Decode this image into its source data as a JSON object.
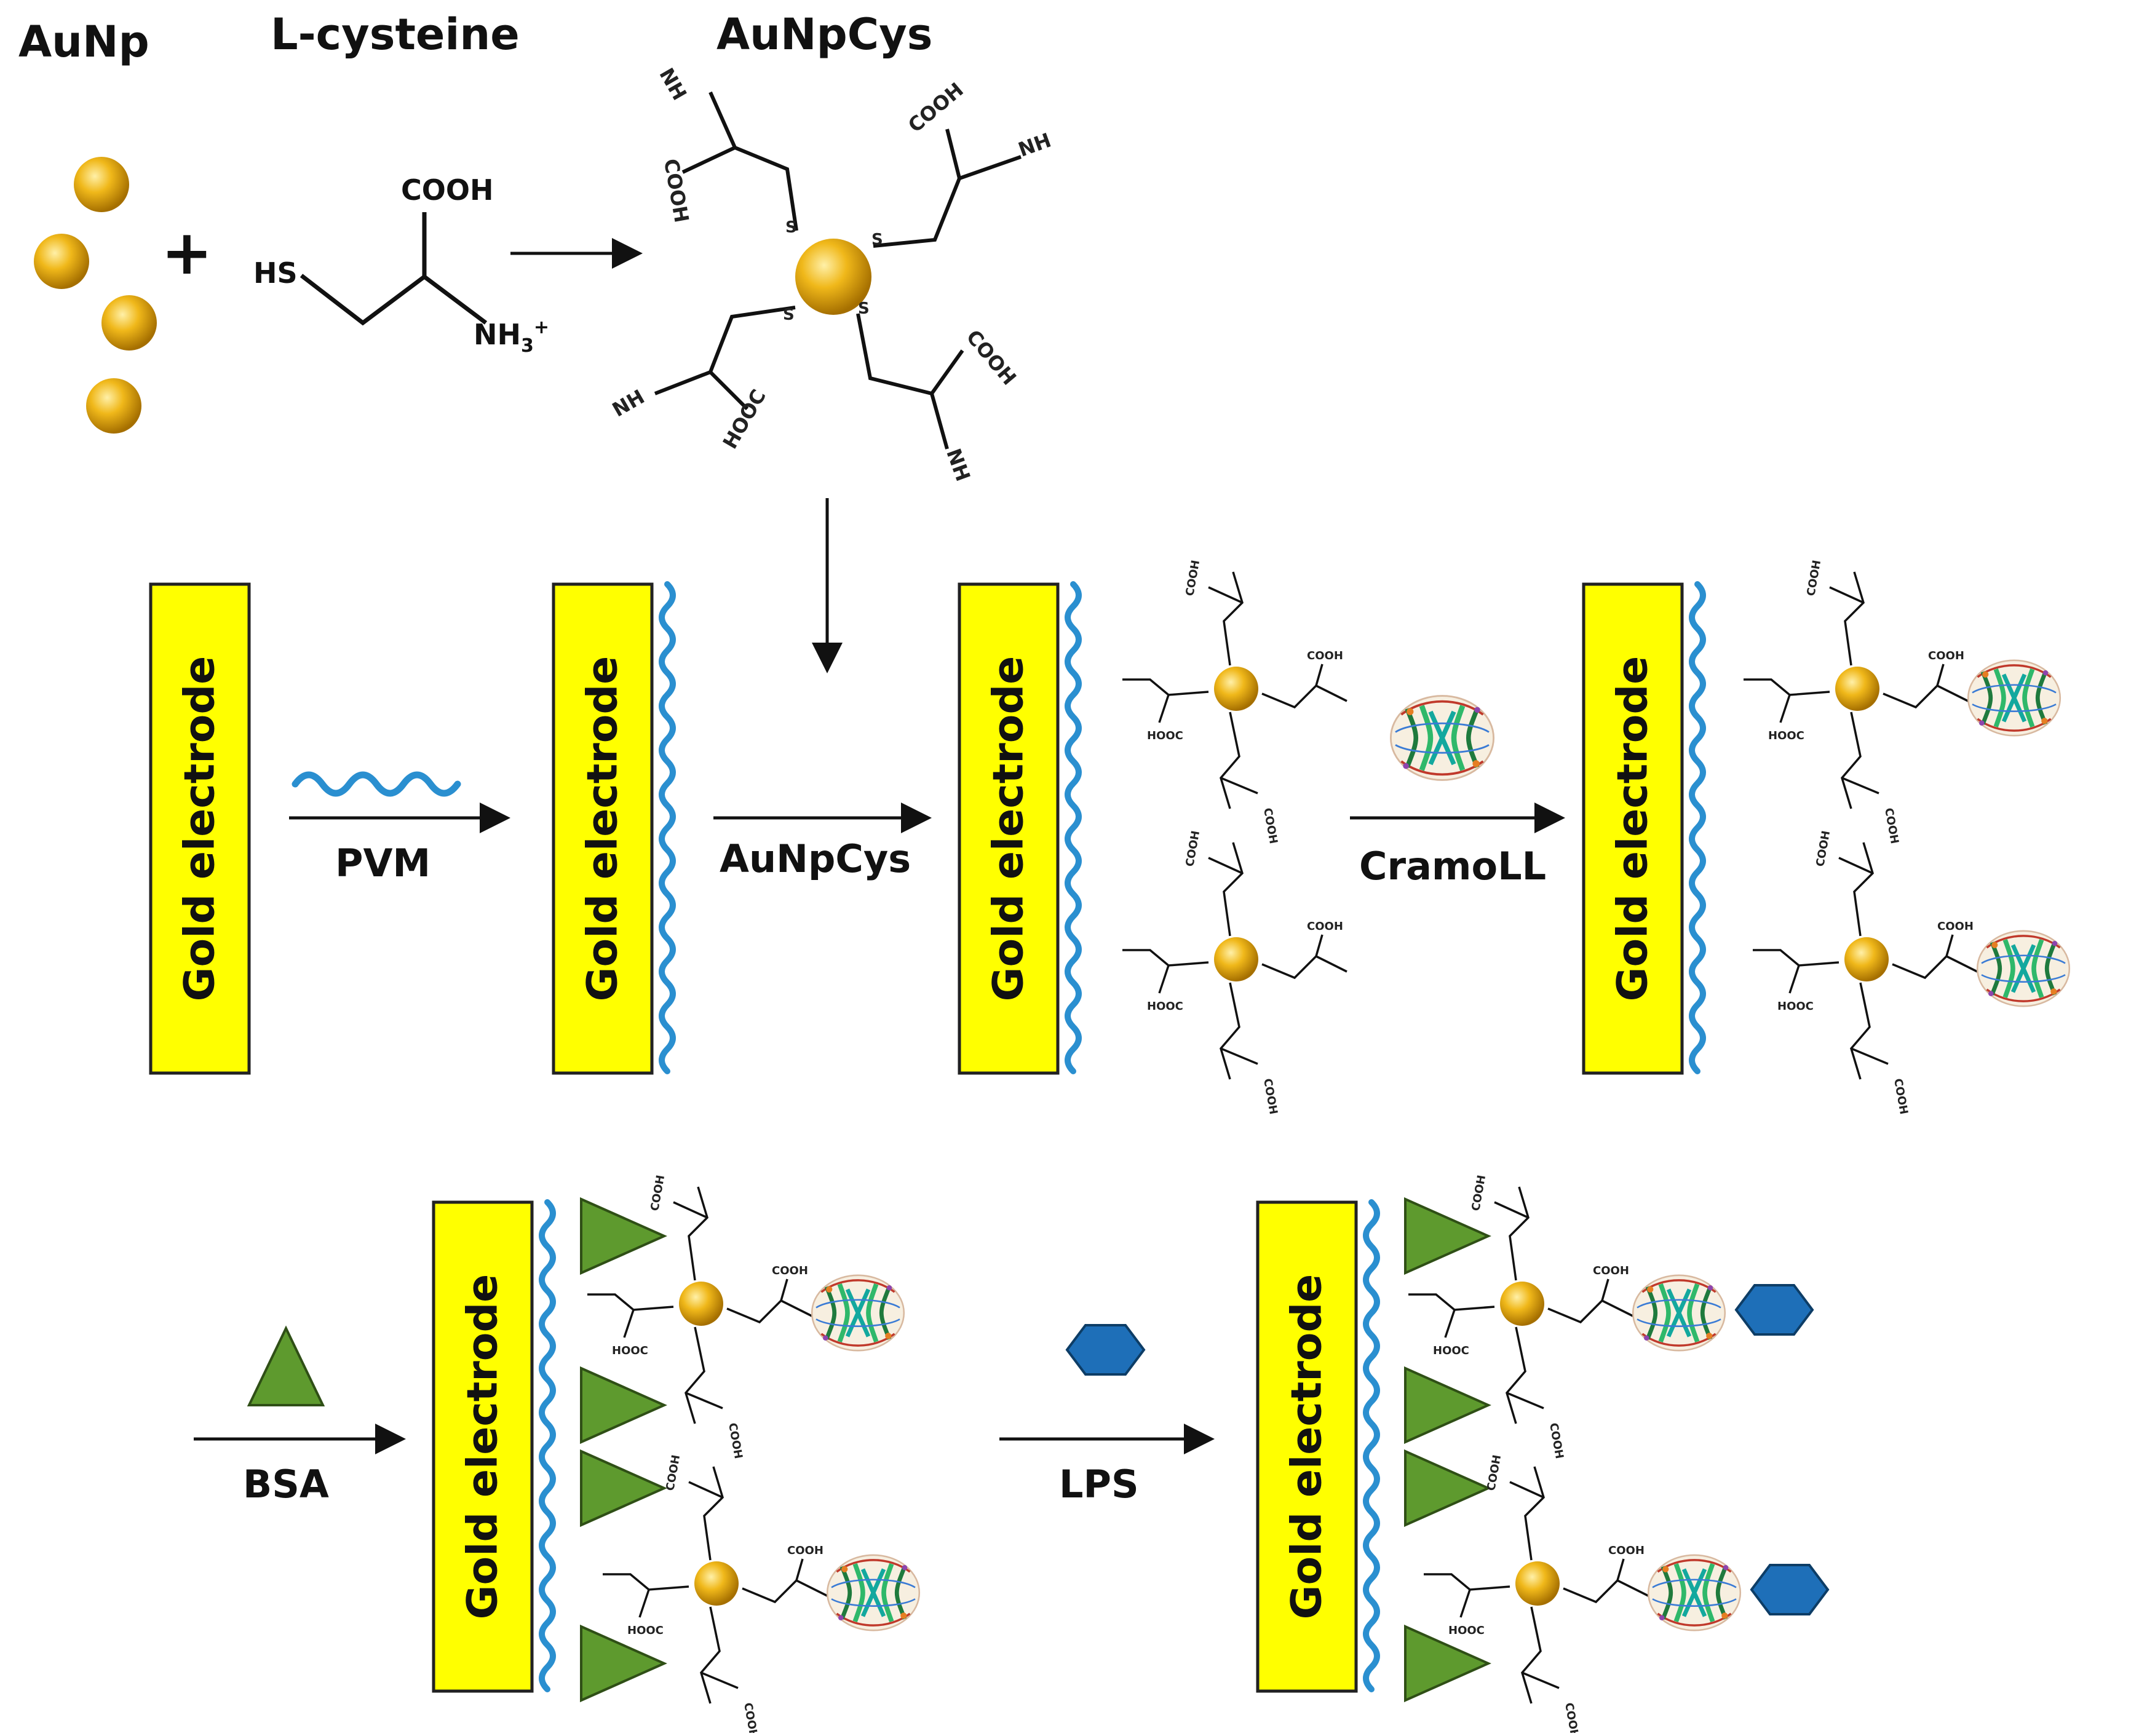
{
  "labels": {
    "aunp": "AuNp",
    "lcys": "L-cysteine",
    "aunpcys": "AuNpCys",
    "plus": "+"
  },
  "molecule": {
    "cooh": "COOH",
    "nh3": "NH",
    "nh3_sub": "3",
    "nh3_sup": "+",
    "hs": "HS",
    "s": "S",
    "nh": "NH",
    "hooc": "HOOC"
  },
  "electrode_label": "Gold electrode",
  "steps": {
    "pvm": "PVM",
    "aunpcys": "AuNpCys",
    "cramoll": "CramoLL",
    "bsa": "BSA",
    "lps": "LPS"
  },
  "colors": {
    "gold_np": "#e2a400",
    "electrode_fill": "#ffff00",
    "pvm_wave": "#2a8fd0",
    "bsa": "#5e9a2e",
    "lps": "#1e6fb8",
    "protein": "#2fb86a"
  }
}
